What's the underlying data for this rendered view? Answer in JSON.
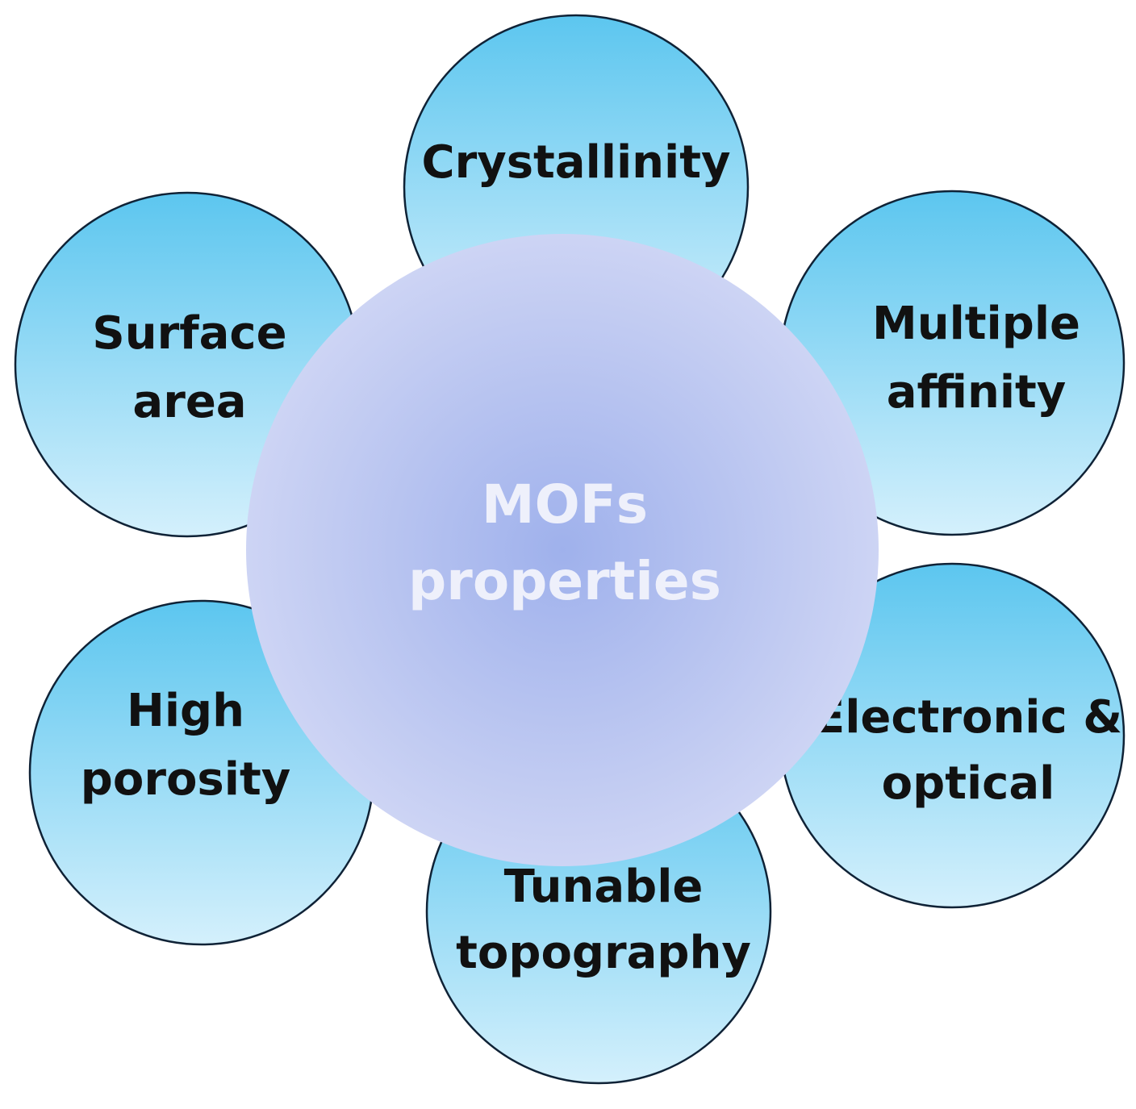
{
  "center": {
    "line1": "MOFs",
    "line2": "properties"
  },
  "petals": [
    {
      "line1": "Crystallinity",
      "line2": ""
    },
    {
      "line1": "Multiple",
      "line2": "affinity"
    },
    {
      "line1": "Electronic &",
      "line2": "optical"
    },
    {
      "line1": "Tunable",
      "line2": "topography"
    },
    {
      "line1": "High",
      "line2": "porosity"
    },
    {
      "line1": "Surface",
      "line2": "area"
    }
  ],
  "colors": {
    "petal_top": "#5cc6ef",
    "petal_bottom": "#d4f0fc",
    "petal_stroke": "#0f2236",
    "center_core": "#9fb1ec",
    "center_edge": "#cdd4f4",
    "center_text": "#eef0fb",
    "petal_text": "#111111"
  }
}
